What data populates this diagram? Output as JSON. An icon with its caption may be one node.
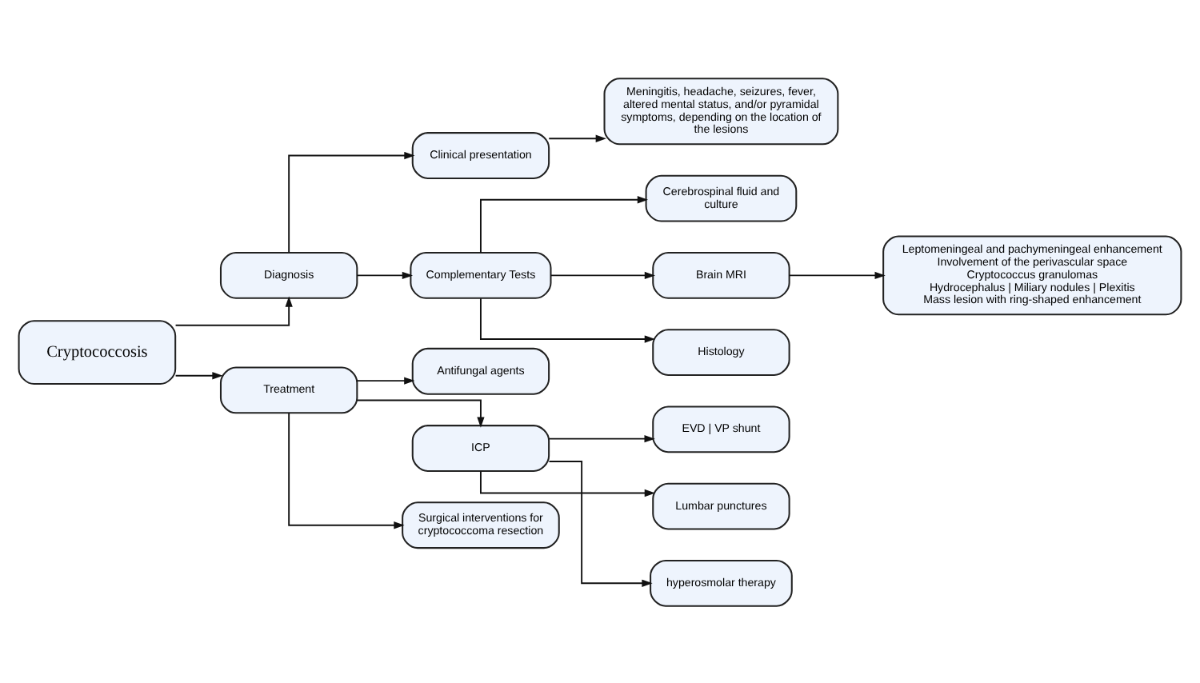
{
  "diagram": {
    "nodes": [
      {
        "text": [
          "Cryptococcosis"
        ]
      },
      {
        "text": [
          "Diagnosis"
        ]
      },
      {
        "text": [
          "Clinical presentation"
        ]
      },
      {
        "text": [
          "Meningitis, headache, seizures, fever, altered mental status, and/or pyramidal symptoms, depending on the location of the lesions"
        ]
      },
      {
        "text": [
          "Complementary Tests"
        ]
      },
      {
        "text": [
          "Cerebrospinal fluid and culture"
        ]
      },
      {
        "text": [
          "Brain MRI"
        ]
      },
      {
        "text": [
          "Leptomeningeal and pachymeningeal enhancement",
          "Involvement of the perivascular space",
          "Cryptococcus granulomas",
          "Hydrocephalus | Miliary nodules | Plexitis",
          "Mass lesion with ring-shaped enhancement"
        ]
      },
      {
        "text": [
          "Histology"
        ]
      },
      {
        "text": [
          "Treatment"
        ]
      },
      {
        "text": [
          "Antifungal agents"
        ]
      },
      {
        "text": [
          "ICP"
        ]
      },
      {
        "text": [
          "Surgical interventions for cryptococcoma resection"
        ]
      },
      {
        "text": [
          "EVD | VP shunt"
        ]
      },
      {
        "text": [
          "Lumbar punctures"
        ]
      },
      {
        "text": [
          "hyperosmolar therapy"
        ]
      }
    ],
    "edges": [
      {
        "from": 0,
        "to": 1,
        "arrow": "to"
      },
      {
        "from": 1,
        "to": 2,
        "arrow": "to"
      },
      {
        "from": 2,
        "to": 3,
        "arrow": "to"
      },
      {
        "from": 1,
        "to": 4,
        "arrow": "to"
      },
      {
        "from": 4,
        "to": 5,
        "arrow": "to"
      },
      {
        "from": 4,
        "to": 6,
        "arrow": "to"
      },
      {
        "from": 6,
        "to": 7,
        "arrow": "to"
      },
      {
        "from": 4,
        "to": 8,
        "arrow": "to"
      },
      {
        "from": 0,
        "to": 9,
        "arrow": "to"
      },
      {
        "from": 9,
        "to": 10,
        "arrow": "to"
      },
      {
        "from": 9,
        "to": 11,
        "arrow": "to"
      },
      {
        "from": 9,
        "to": 12,
        "arrow": "to"
      },
      {
        "from": 11,
        "to": 13,
        "arrow": "to"
      },
      {
        "from": 11,
        "to": 14,
        "arrow": "to"
      },
      {
        "from": 11,
        "to": 15,
        "arrow": "to"
      }
    ]
  }
}
